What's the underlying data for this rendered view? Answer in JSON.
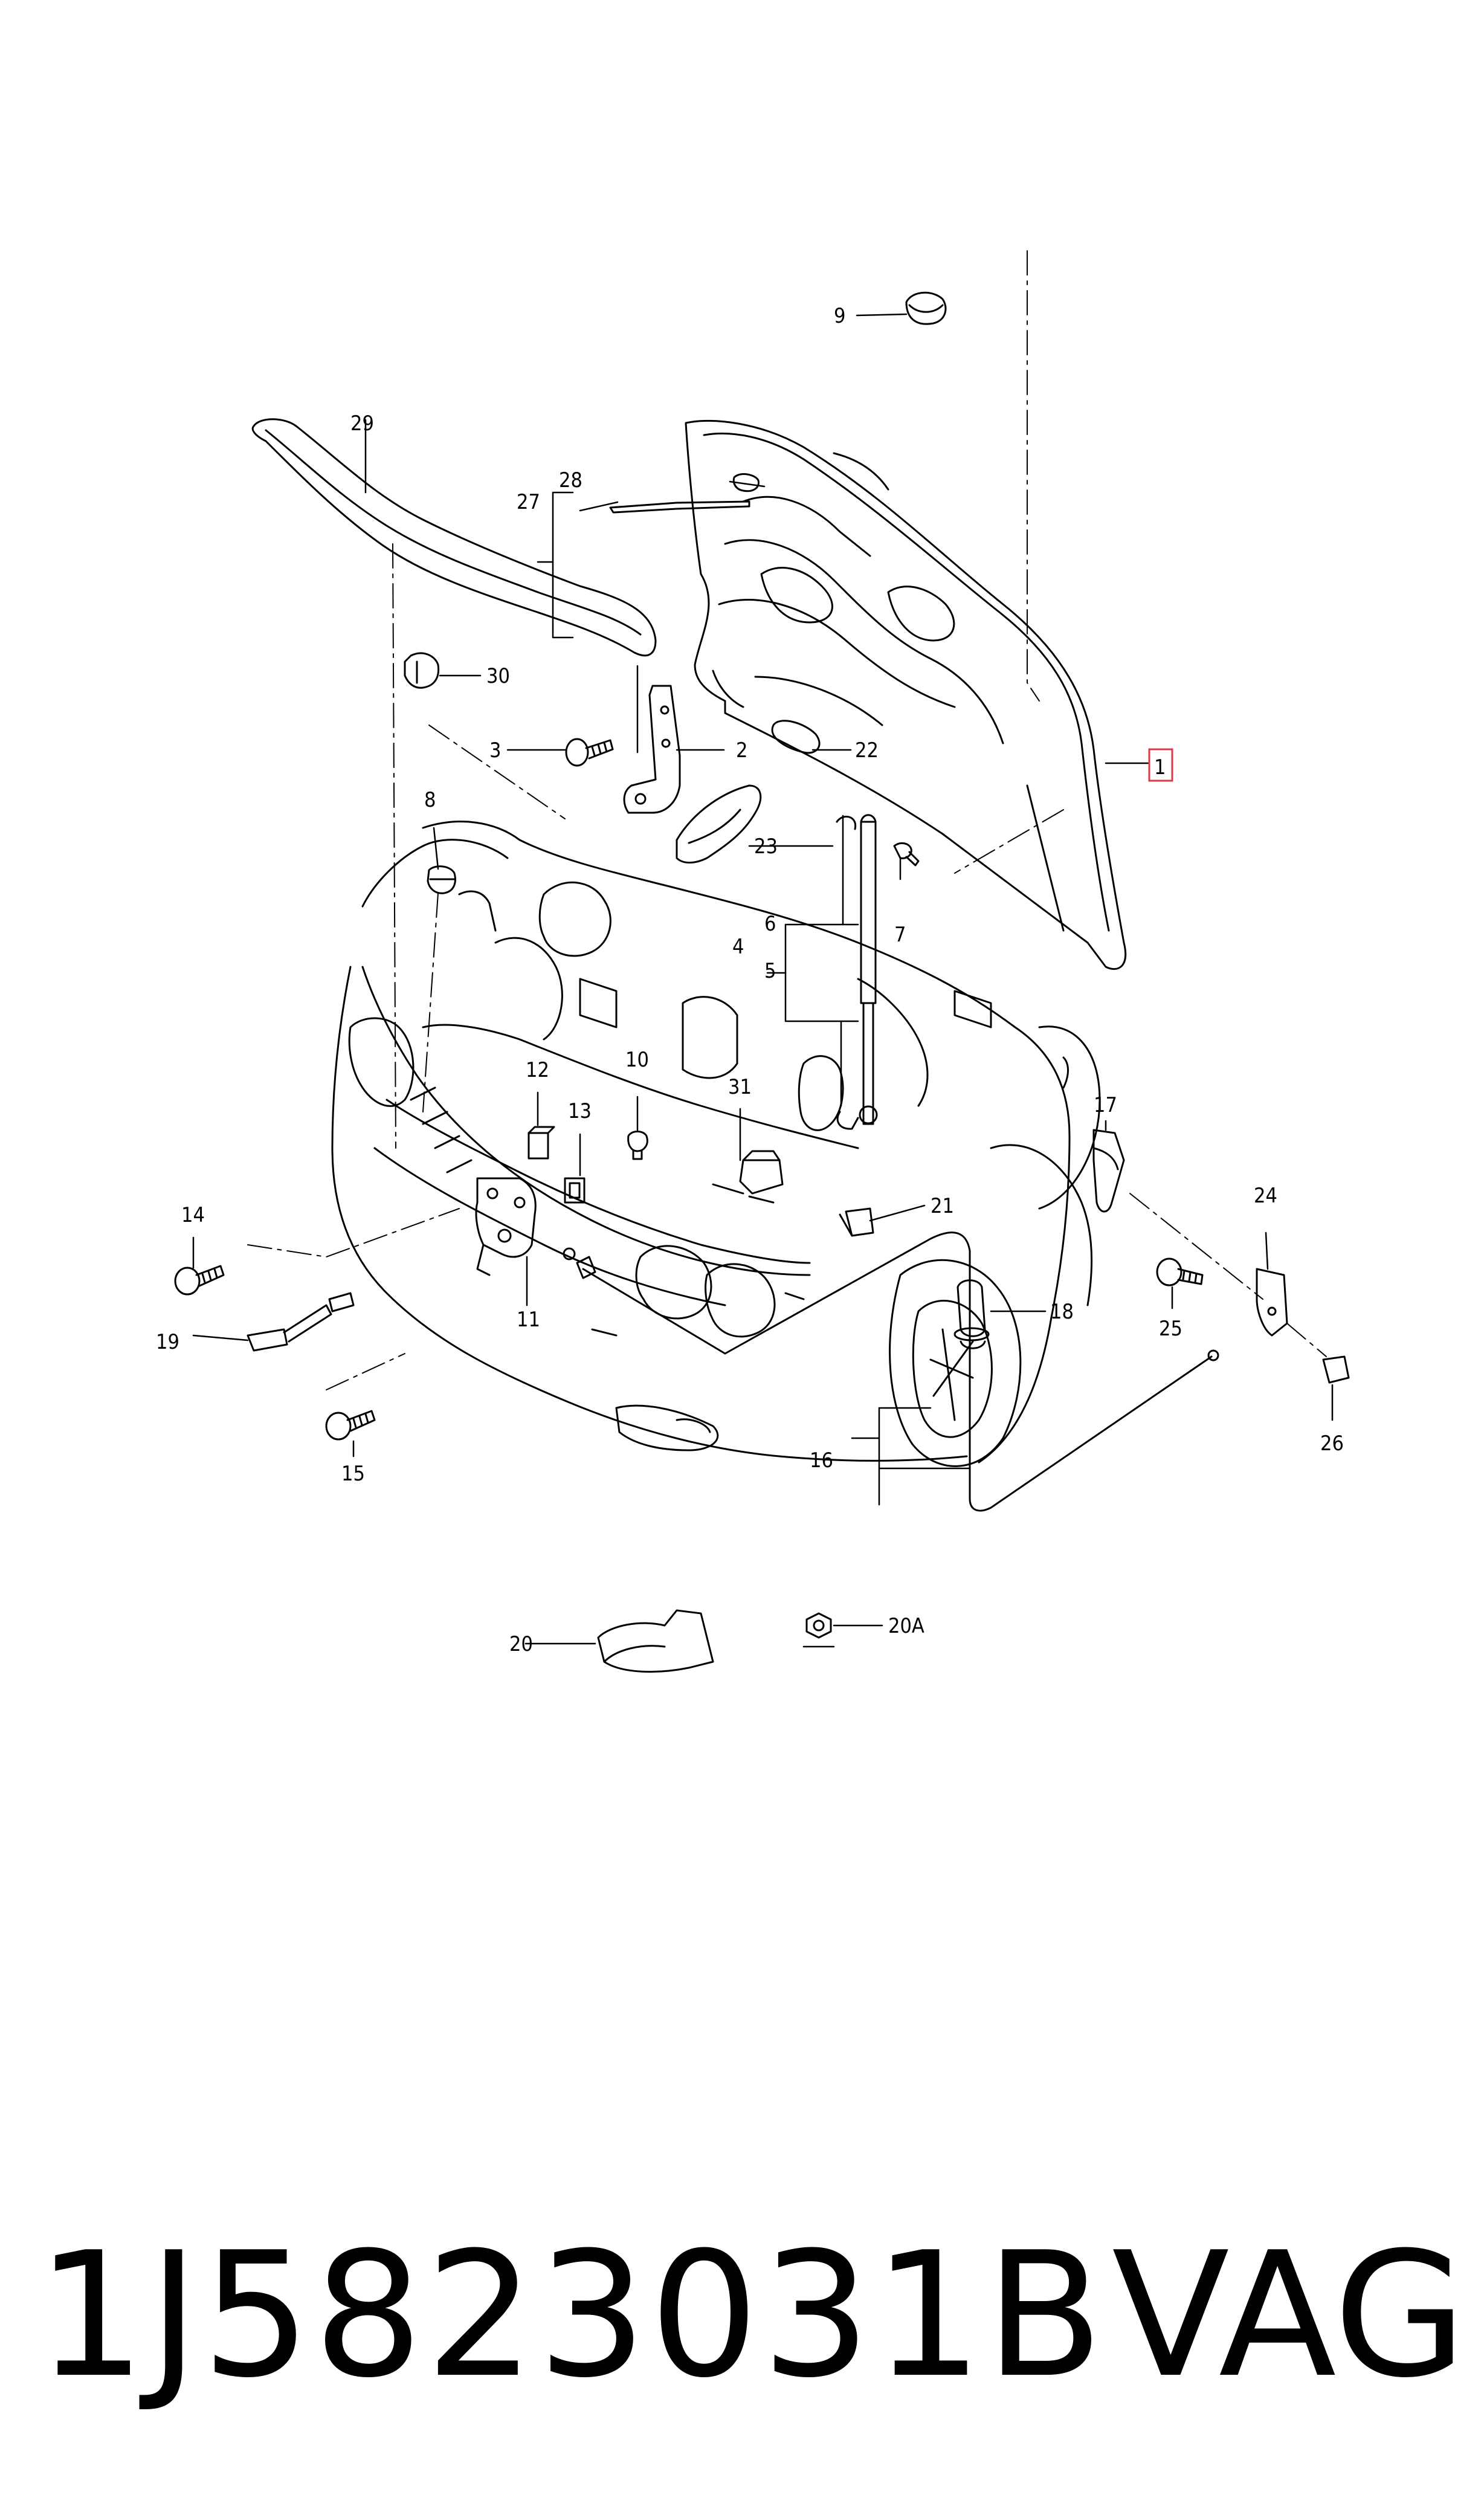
{
  "diagram": {
    "callouts": [
      {
        "id": "c1",
        "text": "1",
        "highlight": true
      },
      {
        "id": "c2",
        "text": "2"
      },
      {
        "id": "c3",
        "text": "3"
      },
      {
        "id": "c4",
        "text": "4"
      },
      {
        "id": "c5",
        "text": "5"
      },
      {
        "id": "c6",
        "text": "6"
      },
      {
        "id": "c7",
        "text": "7"
      },
      {
        "id": "c8",
        "text": "8"
      },
      {
        "id": "c9",
        "text": "9"
      },
      {
        "id": "c10",
        "text": "10"
      },
      {
        "id": "c11",
        "text": "11"
      },
      {
        "id": "c12",
        "text": "12"
      },
      {
        "id": "c13",
        "text": "13"
      },
      {
        "id": "c14",
        "text": "14"
      },
      {
        "id": "c15",
        "text": "15"
      },
      {
        "id": "c16",
        "text": "16"
      },
      {
        "id": "c17",
        "text": "17"
      },
      {
        "id": "c18",
        "text": "18"
      },
      {
        "id": "c19",
        "text": "19"
      },
      {
        "id": "c20",
        "text": "20"
      },
      {
        "id": "c20A",
        "text": "20A"
      },
      {
        "id": "c21",
        "text": "21"
      },
      {
        "id": "c22",
        "text": "22"
      },
      {
        "id": "c23",
        "text": "23"
      },
      {
        "id": "c24",
        "text": "24"
      },
      {
        "id": "c25",
        "text": "25"
      },
      {
        "id": "c26",
        "text": "26"
      },
      {
        "id": "c27",
        "text": "27"
      },
      {
        "id": "c28",
        "text": "28"
      },
      {
        "id": "c29",
        "text": "29"
      },
      {
        "id": "c30",
        "text": "30"
      },
      {
        "id": "c31",
        "text": "31"
      }
    ],
    "highlight_color": "#d93a4a"
  },
  "footer": {
    "part_number": "1J5823031B",
    "brand": "VAG"
  }
}
